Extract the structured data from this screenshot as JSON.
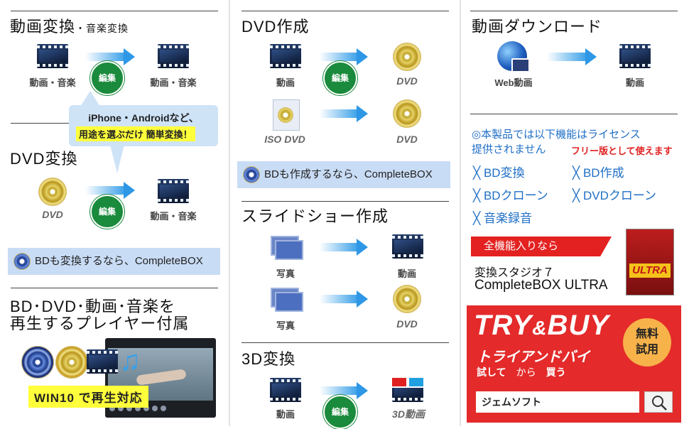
{
  "col1": {
    "conv_title": "動画変換",
    "conv_sub": "・音楽変換",
    "conv_from": "動画・音楽",
    "conv_to": "動画・音楽",
    "edit": "編集",
    "bubble_line1": "iPhone・Androidなど、",
    "bubble_line2": "用途を選ぶだけ 簡単変換！",
    "dvd_title": "DVD変換",
    "dvd_from": "DVD",
    "dvd_to": "動画・音楽",
    "bd_note": "BDも変換するなら、CompleteBOX",
    "player_title1": "BD･DVD･動画･音楽を",
    "player_title2": "再生するプレイヤー付属",
    "win10": "WIN10 で再生対応"
  },
  "col2": {
    "dvd_create_title": "DVD作成",
    "video": "動画",
    "edit": "編集",
    "dvd": "DVD",
    "iso": "ISO DVD",
    "bd_note": "BDも作成するなら、CompleteBOX",
    "slide_title": "スライドショー作成",
    "photo": "写真",
    "slide_to_video": "動画",
    "slide_to_dvd": "DVD",
    "three_d_title": "3D変換",
    "three_d_from": "動画",
    "three_d_to": "3D動画"
  },
  "col3": {
    "download_title": "動画ダウンロード",
    "web_video": "Web動画",
    "video": "動画",
    "notice_line1": "◎本製品では以下機能はライセンス",
    "notice_line2": "提供されません",
    "free_note": "フリー版として使えます",
    "features": [
      "╳ BD変換",
      "╳ BD作成",
      "╳ BDクローン",
      "╳ DVDクローン",
      "╳ 音楽録音"
    ],
    "ribbon": "全機能入りなら",
    "product_line1": "変換スタジオ７",
    "product_line2": "CompleteBOX ULTRA",
    "product_box_label": "ULTRA",
    "try_buy_a": "TRY",
    "try_buy_amp": "&",
    "try_buy_b": "BUY",
    "try_jp": "トライアンドバイ",
    "try_sub1": "試して",
    "try_sub2": "から",
    "try_sub3": "買う",
    "free_trial_1": "無料",
    "free_trial_2": "試用",
    "search_text": "ジェムソフト"
  }
}
